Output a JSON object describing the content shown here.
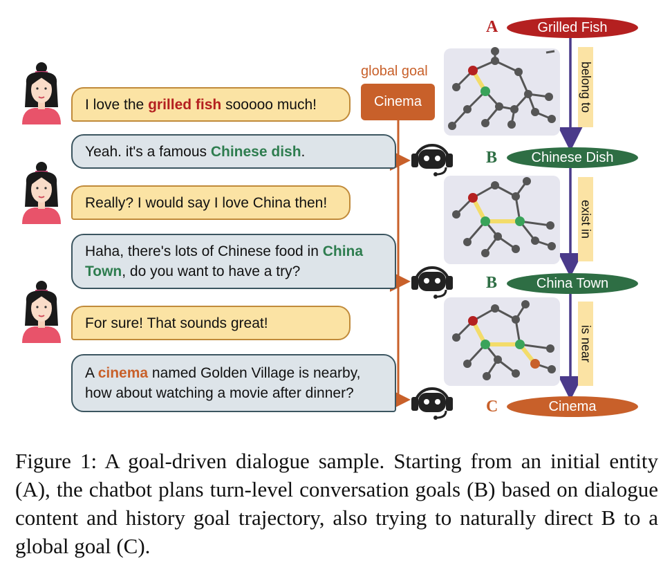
{
  "dialogue": {
    "turn1_user": {
      "pre": "I love the ",
      "hl": "grilled fish",
      "post": " sooooo much!"
    },
    "turn2_bot": {
      "pre": "Yeah. it's a famous ",
      "hl": "Chinese dish",
      "post": "."
    },
    "turn3_user": {
      "text": "Really? I would say I love China then!"
    },
    "turn4_bot": {
      "line1_pre": "Haha, there's lots of Chinese food in ",
      "hl": "China Town",
      "line2_post": ", do you want to have a try?",
      "hl_part1": "China",
      "hl_part2": "Town"
    },
    "turn5_user": {
      "text": "For sure! That sounds great!"
    },
    "turn6_bot": {
      "pre": "A ",
      "hl": "cinema",
      "post1": " named Golden Village is nearby,",
      "line2": "how about watching a movie after dinner?"
    }
  },
  "global_goal": {
    "label": "global goal",
    "value": "Cinema"
  },
  "entities": [
    {
      "letter": "A",
      "name": "Grilled Fish",
      "color": "#b42020"
    },
    {
      "letter": "B",
      "name": "Chinese Dish",
      "color": "#2e6e44"
    },
    {
      "letter": "B",
      "name": "China Town",
      "color": "#2e6e44"
    },
    {
      "letter": "C",
      "name": "Cinema",
      "color": "#c8602a"
    }
  ],
  "relations": [
    "belong to",
    "exist in",
    "is near"
  ],
  "caption": "Figure 1: A goal-driven dialogue sample. Starting from an initial entity (A), the chatbot plans turn-level conversation goals (B) based on dialogue content and history goal trajectory, also trying to naturally direct B to a global goal (C).",
  "colors": {
    "user_bubble": "#fbe3a4",
    "bot_bubble": "#dde4e9",
    "red": "#b42020",
    "green": "#2e7d4f",
    "orange": "#c8602a",
    "arrow": "#4a3a8a"
  }
}
